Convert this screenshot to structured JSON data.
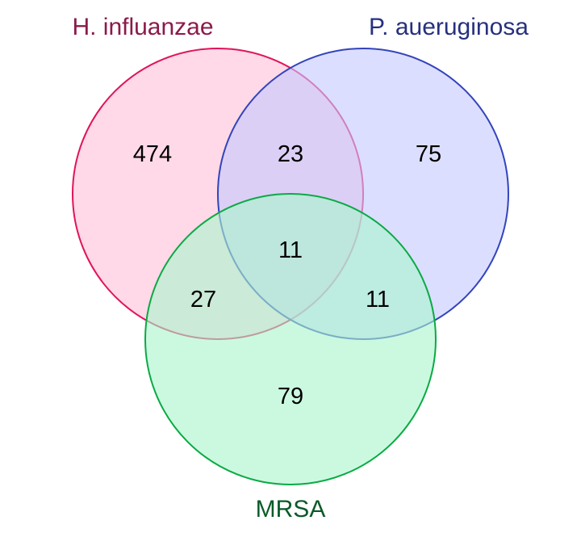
{
  "sets": {
    "h_influenzae": {
      "label": "H. influanzae",
      "label_color": "#8b1a4a",
      "stroke": "#e0145a",
      "fill": "#ffc0d8"
    },
    "p_aeruginosa": {
      "label": "P. aueruginosa",
      "label_color": "#27307f",
      "stroke": "#3344bb",
      "fill": "#c4c8ff"
    },
    "mrsa": {
      "label": "MRSA",
      "label_color": "#0b5a2a",
      "stroke": "#0aaa44",
      "fill": "#a8f5cc"
    }
  },
  "regions": {
    "h_only": "474",
    "p_only": "75",
    "mrsa_only": "79",
    "h_and_p": "23",
    "h_and_mrsa": "27",
    "p_and_mrsa": "11",
    "all_three": "11"
  }
}
